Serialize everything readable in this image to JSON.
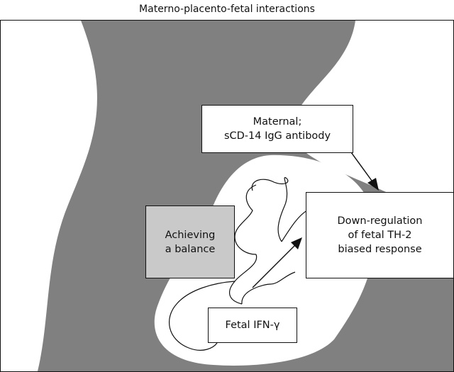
{
  "title": "Materno-placento-fetal interactions",
  "boxes": {
    "maternal": {
      "line1": "Maternal;",
      "line2": "sCD-14 IgG antibody"
    },
    "downregulation": {
      "line1": "Down-regulation",
      "line2": "of fetal TH-2",
      "line3": "biased response"
    },
    "balance": {
      "line1": "Achieving",
      "line2": "a balance"
    },
    "ifn": {
      "label": "Fetal IFN-γ"
    }
  },
  "colors": {
    "maternal_body": "#808080",
    "uterus": "#ffffff",
    "balance_box": "#c9c9c9",
    "outline": "#111111"
  }
}
